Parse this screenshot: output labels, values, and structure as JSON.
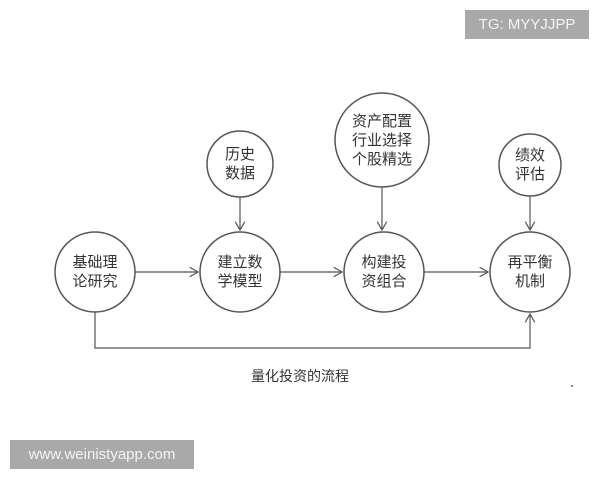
{
  "watermarks": {
    "top_right": "TG: MYYJJPP",
    "bottom_left": "www.weinistyapp.com"
  },
  "diagram": {
    "caption": "量化投资的流程",
    "main_nodes": [
      {
        "id": "theory",
        "label": "基础理\n论研究"
      },
      {
        "id": "model",
        "label": "建立数\n学模型"
      },
      {
        "id": "portfolio",
        "label": "构建投\n资组合"
      },
      {
        "id": "rebalance",
        "label": "再平衡\n机制"
      }
    ],
    "input_nodes": [
      {
        "id": "history",
        "label": "历史\n数据",
        "feeds": "model"
      },
      {
        "id": "allocation",
        "label": "资产配置\n行业选择\n个股精选",
        "feeds": "portfolio"
      },
      {
        "id": "evaluation",
        "label": "绩效\n评估",
        "feeds": "rebalance"
      }
    ],
    "edges": [
      {
        "from": "theory",
        "to": "model"
      },
      {
        "from": "model",
        "to": "portfolio"
      },
      {
        "from": "portfolio",
        "to": "rebalance"
      },
      {
        "from": "history",
        "to": "model"
      },
      {
        "from": "allocation",
        "to": "portfolio"
      },
      {
        "from": "evaluation",
        "to": "rebalance"
      },
      {
        "from": "theory",
        "to": "rebalance",
        "style": "feedback-bottom"
      }
    ],
    "stroke_color": "#555555"
  }
}
